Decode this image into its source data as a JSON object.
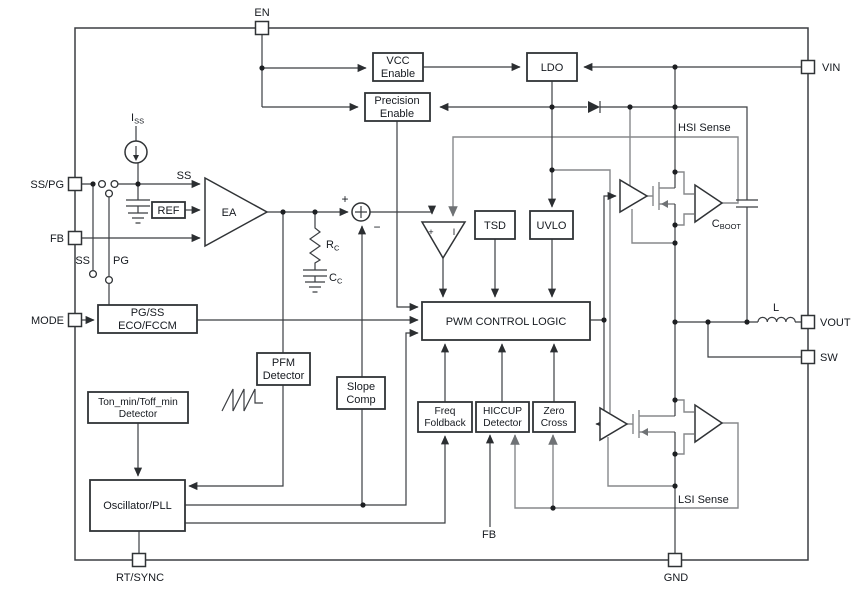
{
  "diagram": {
    "pins": {
      "en": "EN",
      "vin": "VIN",
      "vout": "VOUT",
      "sw": "SW",
      "gnd": "GND",
      "rt_sync": "RT/SYNC",
      "ss_pg": "SS/PG",
      "fb": "FB",
      "mode": "MODE"
    },
    "blocks": {
      "vcc_enable": {
        "line1": "VCC",
        "line2": "Enable"
      },
      "precision_enable": {
        "line1": "Precision",
        "line2": "Enable"
      },
      "ldo": "LDO",
      "ref": "REF",
      "ea": "EA",
      "tsd": "TSD",
      "uvlo": "UVLO",
      "pwm": "PWM CONTROL LOGIC",
      "pg_ss": {
        "line1": "PG/SS",
        "line2": "ECO/FCCM"
      },
      "pfm": {
        "line1": "PFM",
        "line2": "Detector"
      },
      "slope": {
        "line1": "Slope",
        "line2": "Comp"
      },
      "ton": {
        "line1": "Ton_min/Toff_min",
        "line2": "Detector"
      },
      "osc": "Oscillator/PLL",
      "freq": {
        "line1": "Freq",
        "line2": "Foldback"
      },
      "hiccup": {
        "line1": "HICCUP",
        "line2": "Detector"
      },
      "zero": {
        "line1": "Zero",
        "line2": "Cross"
      }
    },
    "signals": {
      "ss_top": "SS",
      "ss_switch": "SS",
      "pg_switch": "PG",
      "fb_bottom": "FB",
      "hsi_sense": "HSI Sense",
      "lsi_sense": "LSI Sense",
      "sum_plus": "+",
      "sum_minus": "−",
      "cmp_plus": "+",
      "cmp_i": "I",
      "inductor": "L"
    },
    "parts": {
      "iss": {
        "main": "I",
        "sub": "SS"
      },
      "rc": {
        "main": "R",
        "sub": "C"
      },
      "cc": {
        "main": "C",
        "sub": "C"
      },
      "cboot": {
        "main": "C",
        "sub": "BOOT"
      }
    },
    "colors": {
      "wire": "#3b3e42",
      "power_stage_wire": "#87898c",
      "text": "#15191f",
      "background": "#ffffff"
    }
  }
}
